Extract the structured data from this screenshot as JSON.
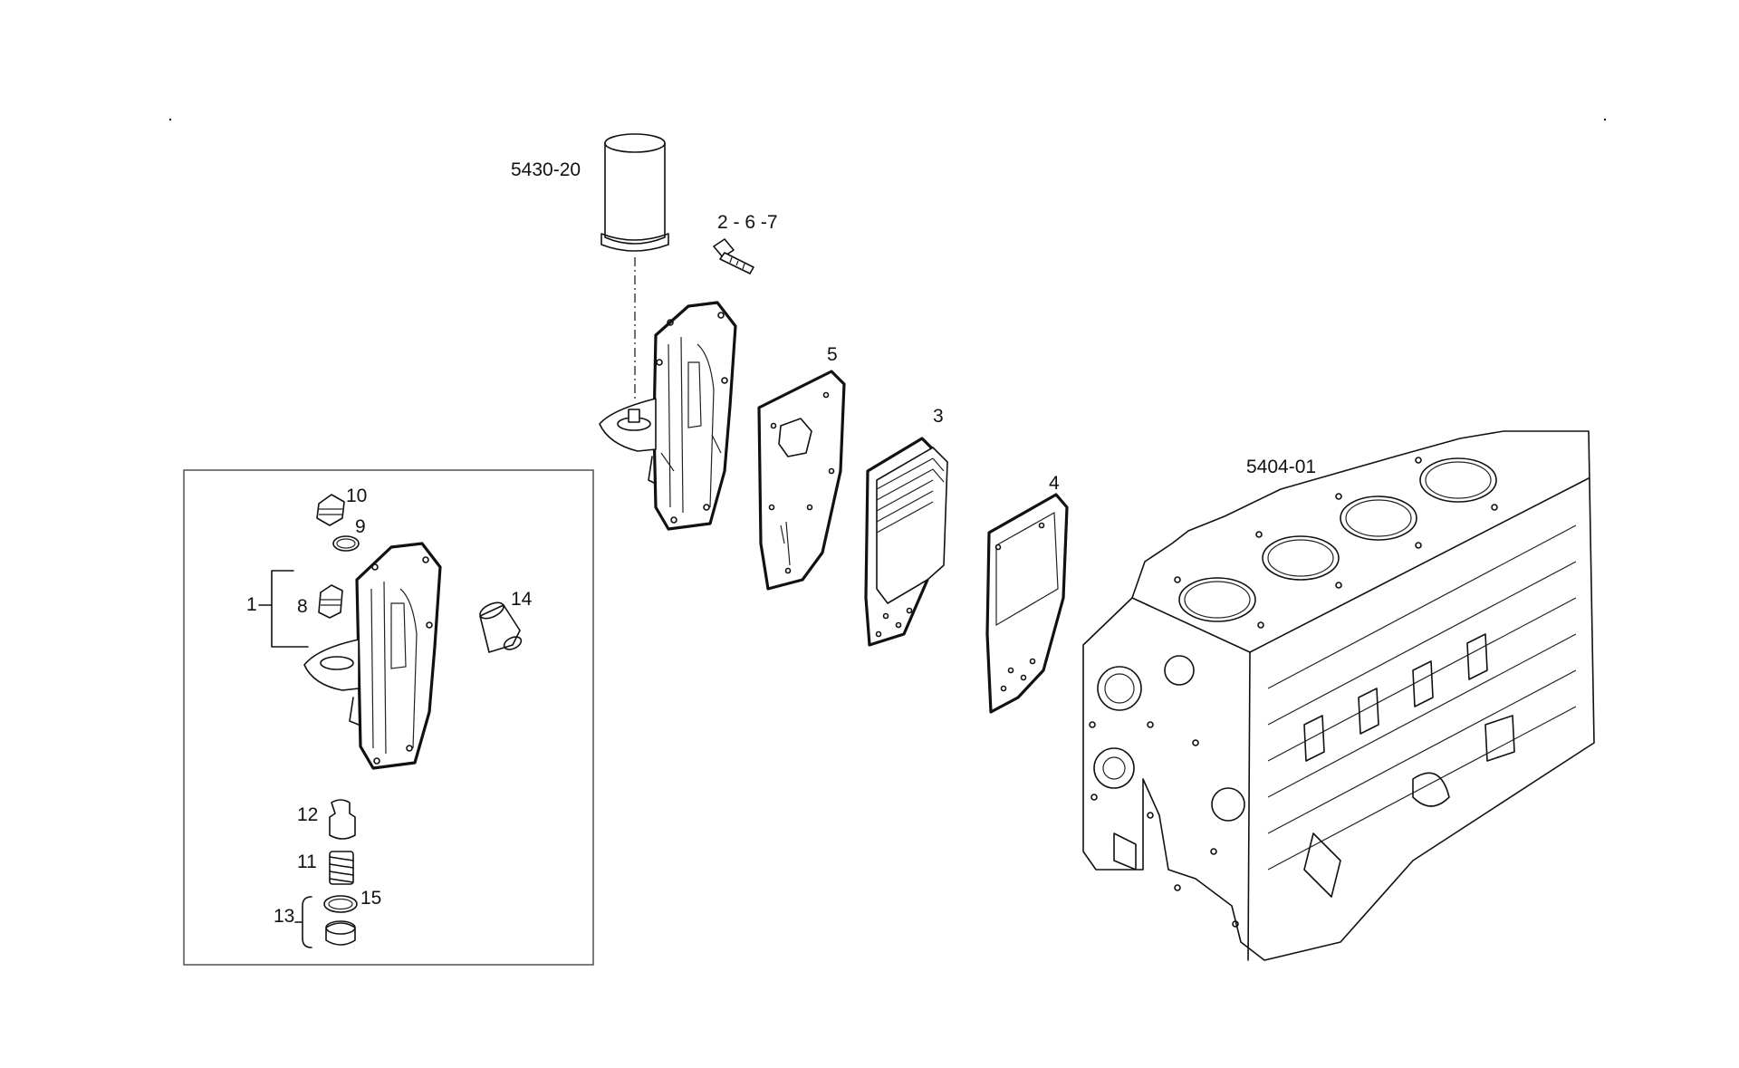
{
  "callouts": {
    "filter": "5430-20",
    "screws": "2 - 6 -7",
    "gasket_5": "5",
    "cooler_3": "3",
    "gasket_4": "4",
    "block": "5404-01",
    "item_10": "10",
    "item_9": "9",
    "item_1": "1",
    "item_8": "8",
    "item_14": "14",
    "item_12": "12",
    "item_11": "11",
    "item_13": "13",
    "item_15": "15"
  },
  "colors": {
    "ink": "#111111",
    "paper": "#ffffff"
  }
}
